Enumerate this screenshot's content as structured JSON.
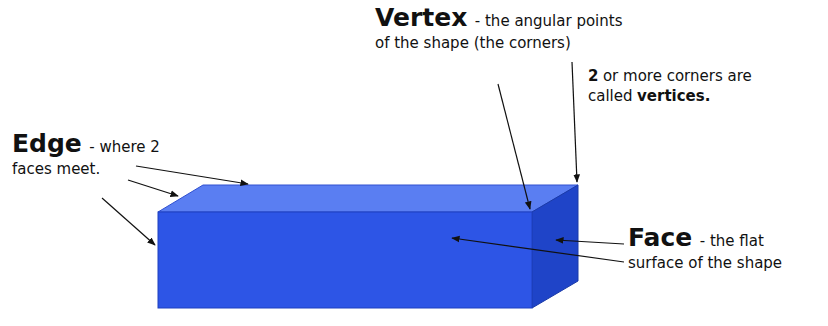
{
  "diagram": {
    "labels": [
      "Edge",
      "- where 2 faces meet.",
      "Vertex",
      "- the angular points of the shape (the corners)",
      "2",
      "or more corners are called",
      "vertices.",
      "Face",
      "- the flat surface of the shape"
    ]
  }
}
